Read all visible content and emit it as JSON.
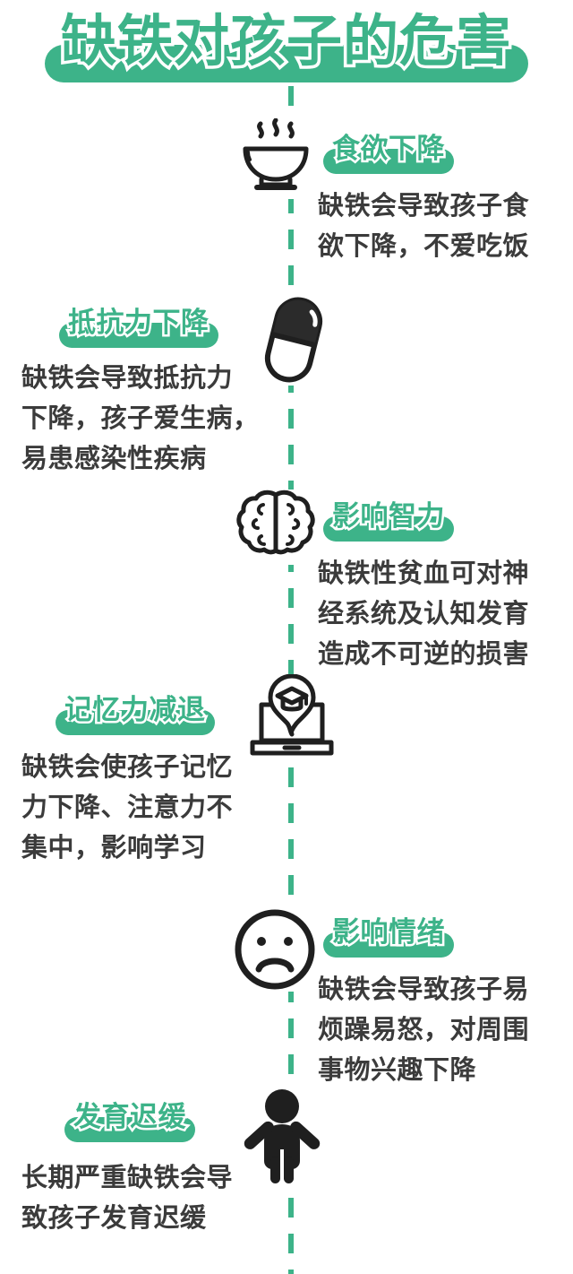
{
  "page": {
    "title": "缺铁对孩子的危害",
    "accent_color": "#3db389",
    "text_color": "#3b3b3b",
    "background_color": "#ffffff",
    "icon_color": "#1f1f1f"
  },
  "sections": [
    {
      "id": "appetite",
      "heading": "食欲下降",
      "body": "缺铁会导致孩子食\n欲下降，不爱吃饭",
      "icon": "steaming-bowl-icon",
      "side": "right"
    },
    {
      "id": "immunity",
      "heading": "抵抗力下降",
      "body": "缺铁会导致抵抗力\n下降，孩子爱生病，\n易患感染性疾病",
      "icon": "capsule-pill-icon",
      "side": "left"
    },
    {
      "id": "intelligence",
      "heading": "影响智力",
      "body": "缺铁性贫血可对神\n经系统及认知发育\n造成不可逆的损害",
      "icon": "brain-icon",
      "side": "right"
    },
    {
      "id": "memory",
      "heading": "记忆力减退",
      "body": "缺铁会使孩子记忆\n力下降、注意力不\n集中，影响学习",
      "icon": "laptop-graduation-cap-icon",
      "side": "left"
    },
    {
      "id": "mood",
      "heading": "影响情绪",
      "body": "缺铁会导致孩子易\n烦躁易怒，对周围\n事物兴趣下降",
      "icon": "sad-face-icon",
      "side": "right"
    },
    {
      "id": "growth",
      "heading": "发育迟缓",
      "body": "长期严重缺铁会导\n致孩子发育迟缓",
      "icon": "child-figure-icon",
      "side": "left"
    }
  ]
}
